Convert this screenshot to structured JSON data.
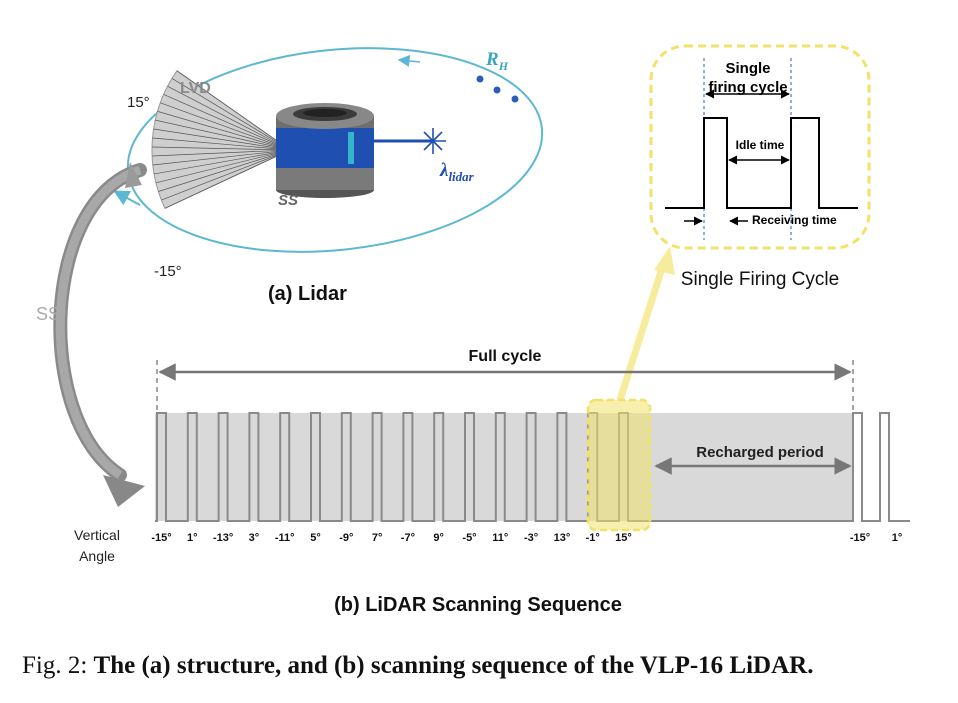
{
  "lidar_panel": {
    "lvd_label": "LVD",
    "top_angle": "15°",
    "bottom_angle": "-15°",
    "ss_label": "SS",
    "rh_label": "R",
    "rh_sub": "H",
    "lambda_label": "λ",
    "lambda_sub": "lidar",
    "title": "(a) Lidar"
  },
  "arrow_label": "SS",
  "firing_cycle_inset": {
    "title_line1": "Single",
    "title_line2": "firing cycle",
    "idle_label": "Idle time",
    "receiving_label": "Receiving time",
    "caption": "Single Firing Cycle"
  },
  "sequence_panel": {
    "full_cycle_label": "Full cycle",
    "recharge_label": "Recharged period",
    "vertical_angle_line1": "Vertical",
    "vertical_angle_line2": "Angle",
    "angles": [
      "-15°",
      "1°",
      "-13°",
      "3°",
      "-11°",
      "5°",
      "-9°",
      "7°",
      "-7°",
      "9°",
      "-5°",
      "11°",
      "-3°",
      "13°",
      "-1°",
      "15°"
    ],
    "tail_angles": [
      "-15°",
      "1°"
    ],
    "title": "(b) LiDAR Scanning Sequence"
  },
  "caption": {
    "prefix": "Fig. 2: ",
    "text": "The (a) structure, and (b) scanning sequence of the VLP-16 LiDAR."
  },
  "colors": {
    "orbit": "#5bb8d0",
    "sensor_blue": "#1f4fb0",
    "accent_yellow": "#f1e26a",
    "gray_band": "#d9d9d9",
    "dark_gray": "#777777"
  }
}
